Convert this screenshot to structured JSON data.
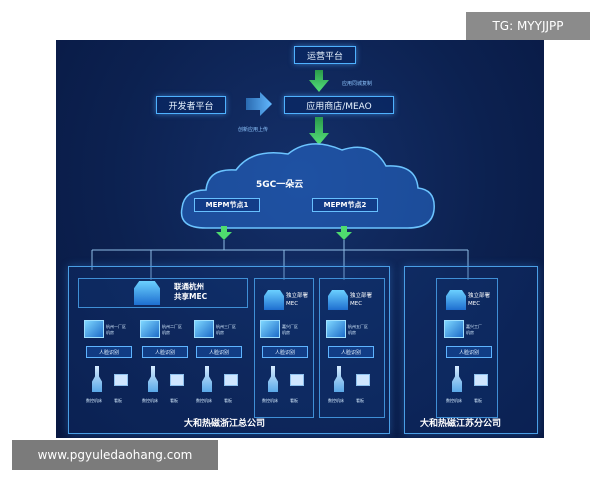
{
  "top_box": "运营平台",
  "dev_box": "开发者平台",
  "store_box": "应用商店/MEAO",
  "label_publish": "应用同城复制",
  "label_upload": "创新应用上传",
  "cloud_title": "5GC一朵云",
  "mepm1": "MEPM节点1",
  "mepm2": "MEPM节点2",
  "shared_mec": [
    "联通杭州",
    "共享MEC"
  ],
  "indep_mec": [
    "独立部署",
    "MEC"
  ],
  "factory_labels": [
    "杭州一厂区",
    "杭州二厂区",
    "杭州三厂区",
    "嘉兴厂区",
    "杭州五厂区",
    "嘉兴工厂"
  ],
  "machine_label": "机房",
  "face": "人脸识别",
  "device_left": "数控机床",
  "device_right": "看板",
  "footer_left": "大和热磁浙江总公司",
  "footer_right": "大和热磁江苏分公司",
  "tg_badge": "TG: MYYJJPP",
  "watermark": "www.pgyuledaohang.com",
  "colors": {
    "bg": "#0c2150",
    "accent": "#4fb2ff",
    "arrow": "#3ad26a"
  }
}
